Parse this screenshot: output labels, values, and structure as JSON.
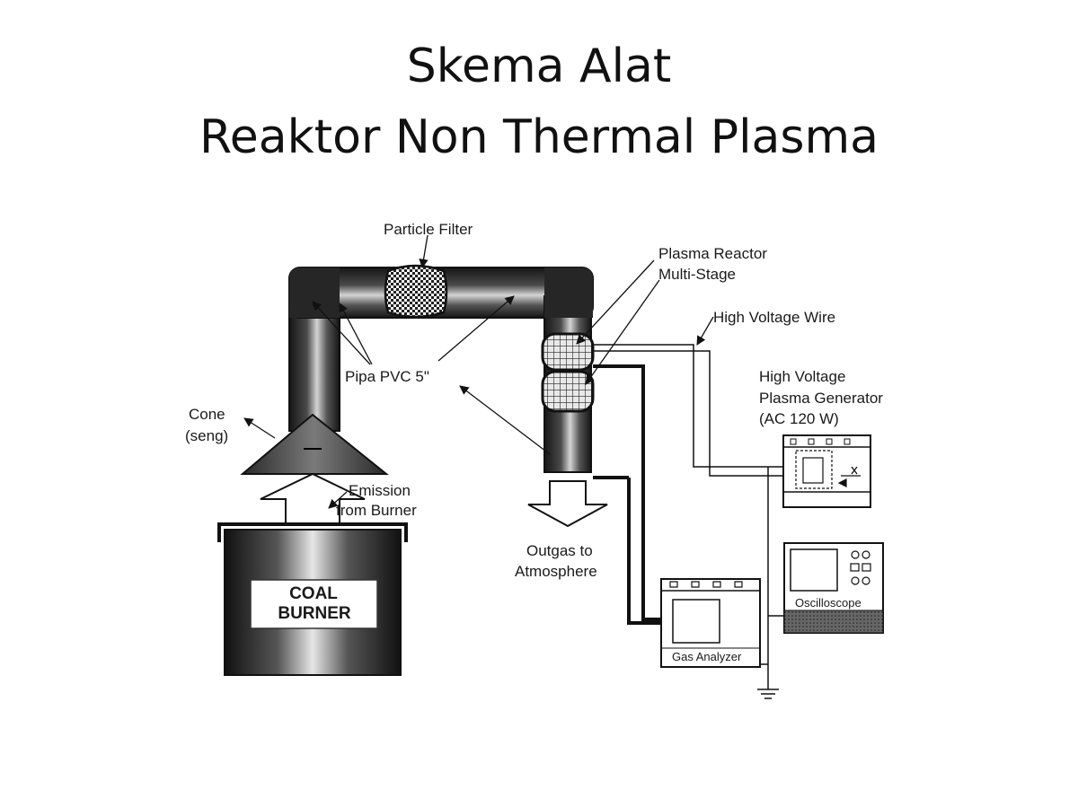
{
  "slide": {
    "title_line1": "Skema Alat",
    "title_line2": "Reaktor Non Thermal Plasma"
  },
  "diagram": {
    "particle_filter": "Particle Filter",
    "plasma_reactor_line1": "Plasma Reactor",
    "plasma_reactor_line2": "Multi-Stage",
    "high_voltage_wire": "High Voltage Wire",
    "generator_line1": "High Voltage",
    "generator_line2": "Plasma Generator",
    "generator_line3": "(AC 120 W)",
    "pipe_label": "Pipa PVC 5\"",
    "cone_line1": "Cone",
    "cone_line2": "(seng)",
    "emission_line1": "Emission",
    "emission_line2": "from Burner",
    "burner_line1": "COAL",
    "burner_line2": "BURNER",
    "outgas_line1": "Outgas to",
    "outgas_line2": "Atmosphere",
    "gas_analyzer": "Gas Analyzer",
    "oscilloscope": "Oscilloscope"
  },
  "colors": {
    "pipe_dark": "#1e1e1e",
    "pipe_light": "#c8c8c8",
    "title_text": "#111111"
  }
}
